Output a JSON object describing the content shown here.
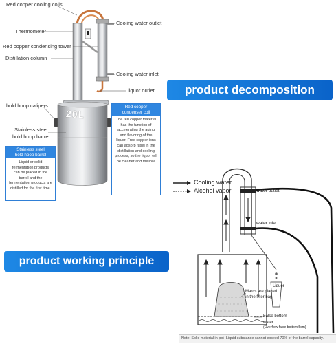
{
  "product_labels": {
    "red_copper_cooling_coils": "Red copper cooling coils",
    "thermometer": "Thermometer",
    "red_copper_condensing_tower": "Red copper condensing tower",
    "distillation_column": "Distillation column",
    "cooling_water_outlet": "Cooling water outlet",
    "cooling_water_inlet": "Cooling water inlet",
    "liquor_outlet": "liquor outlet",
    "hold_hoop_calipers": "hold hoop calipers",
    "stainless_steel": "Stainless steel",
    "hold_hoop_barrel": "hold hoop barrel",
    "capacity": "20L"
  },
  "banners": {
    "decomposition": "product decomposition",
    "working_principle": "product working principle"
  },
  "info_boxes": {
    "copper": {
      "title_line1": "Red copper",
      "title_line2": "condenser coil",
      "body": "The red copper material has the function of accelerating the aging and flavoring of the liquor. Free copper ions can adsorb fusel in the distillation and cooling process, so the liquor will be cleaner and mellow."
    },
    "barrel": {
      "title_line1": "Stainless steel",
      "title_line2": "hold hoop barrel",
      "body": "Liquid or solid fermentation products can be placed in the barrel and the fermentation products are distilled for the first time."
    }
  },
  "principle_diagram": {
    "legend_cooling_water": "Cooling water",
    "legend_alcohol_vapor": "Alcohol vapor",
    "water_outlet": "water outlet",
    "water_inlet": "water inlet",
    "liquor": "Liquor",
    "marcs_line1": "Marcs are placed",
    "marcs_line2": "in the filter bag",
    "false_bottom": "False bottom",
    "water": "water",
    "overflow": "(Overflow false bottom 5cm)",
    "note": "Note: Solid material in pot+Liquid substance cannot exceed 70% of the barrel capacity."
  },
  "colors": {
    "banner_blue": "#1e88e5",
    "info_border": "#2f7fd6",
    "copper": "#c8753c"
  }
}
